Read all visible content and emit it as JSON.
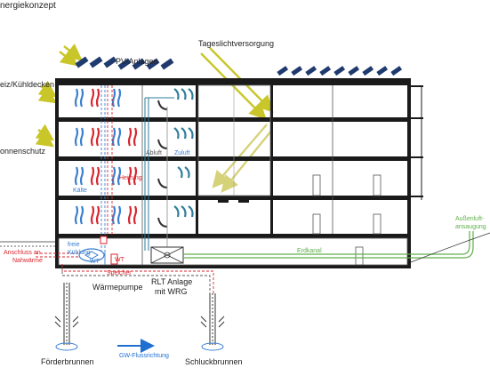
{
  "title": "nergiekonzept",
  "labels": {
    "pv": "PV-Anlagen",
    "daylight": "Tageslichtversorgung",
    "ceilings": "eiz/Kühldecken",
    "shading": "onnenschutz",
    "exhaust": "Abluft",
    "supply": "Zuluft",
    "heating": "Heizung",
    "cooling": "Kälte",
    "free_cooling_1": "freie",
    "free_cooling_2": "Kühlung",
    "wt1": "WT",
    "wt2": "WT",
    "district_1": "Anschluss an",
    "district_2": "Nahwärme",
    "storage": "Speicher",
    "heatpump": "Wärmepumpe",
    "rlt_1": "RLT Anlage",
    "rlt_2": "mit WRG",
    "earth_duct": "Erdkanal",
    "outside_air_1": "Außenluft-",
    "outside_air_2": "ansaugung",
    "gw_flow": "GW-Flussrichtung",
    "well_supply": "Förderbrunnen",
    "well_return": "Schluckbrunnen"
  },
  "colors": {
    "heating": "#d9262e",
    "cooling": "#3a7fd0",
    "air": "#2e7d99",
    "earth_duct": "#5fb04a",
    "sun": "#c9c62a",
    "daylight": "#d6d27a",
    "panel": "#1f3a6e",
    "structure": "#1a1a1a"
  }
}
